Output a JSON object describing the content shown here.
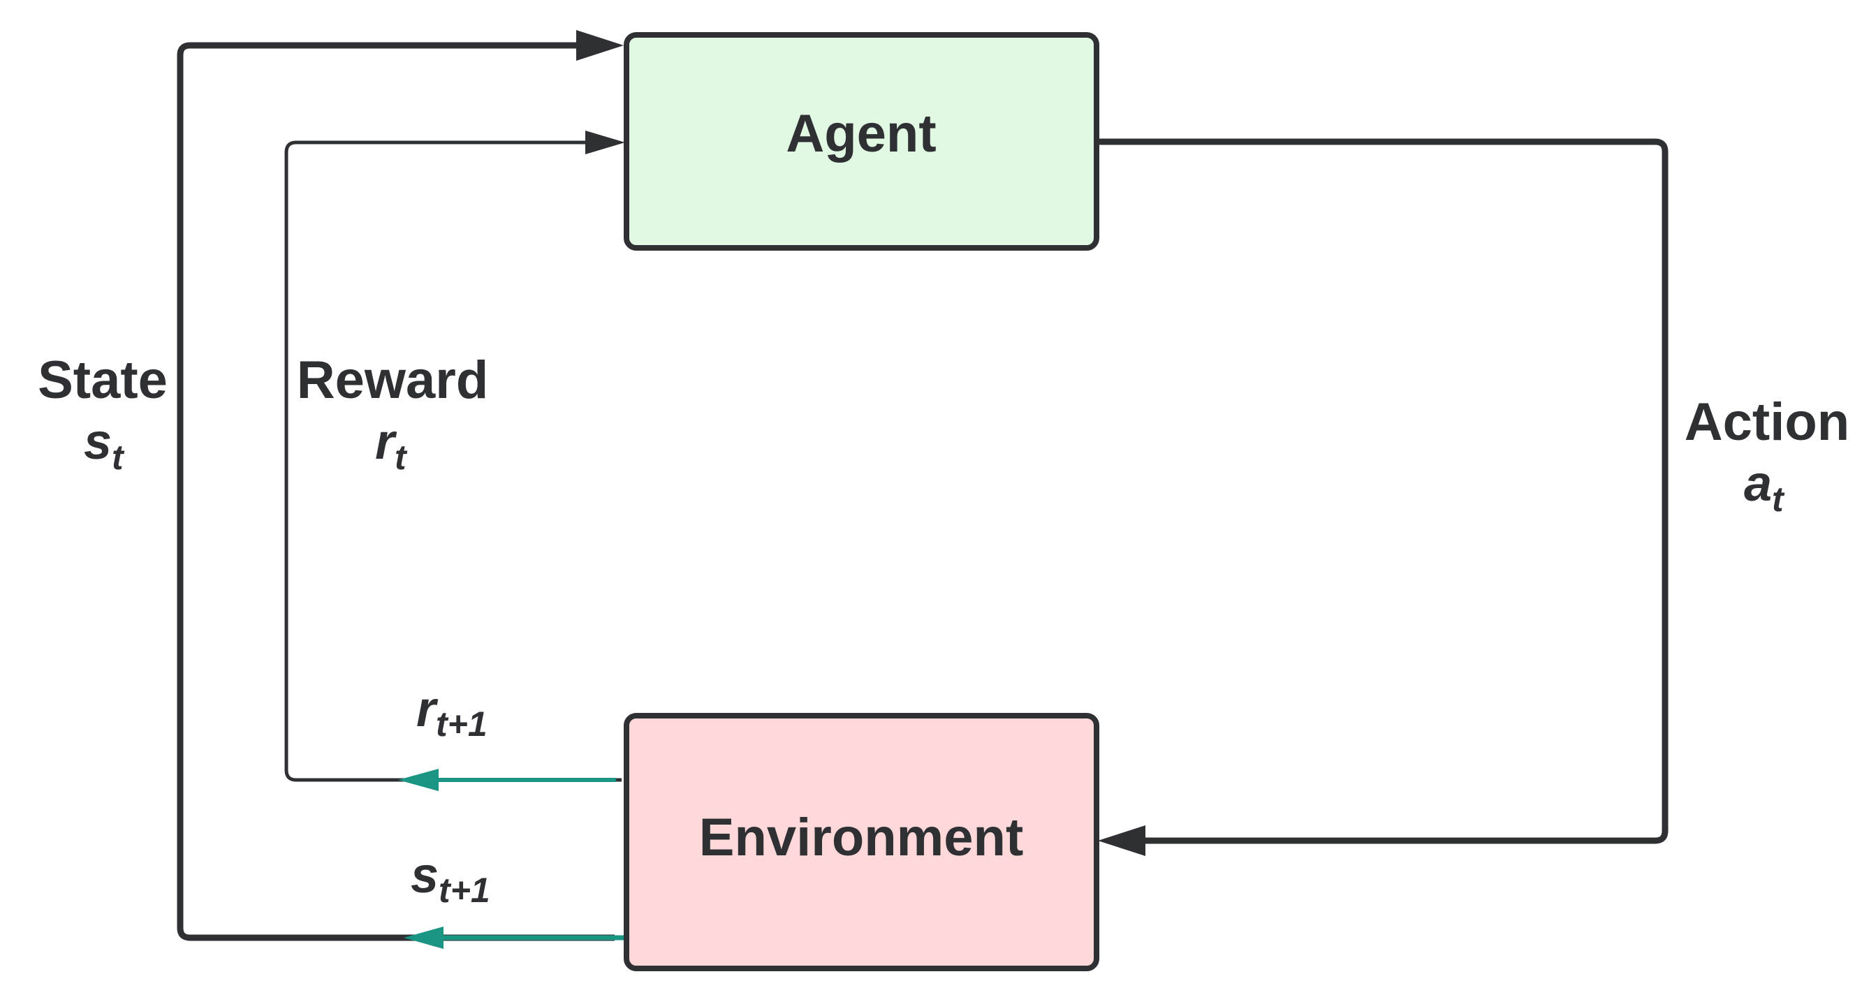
{
  "nodes": {
    "agent": {
      "label": "Agent",
      "fill": "#e1f9e3"
    },
    "environment": {
      "label": "Environment",
      "fill": "#ffd9da"
    }
  },
  "edges": {
    "state": {
      "label": "State",
      "symbol": "s",
      "subscript": "t"
    },
    "reward": {
      "label": "Reward",
      "symbol": "r",
      "subscript": "t"
    },
    "action": {
      "label": "Action",
      "symbol": "a",
      "subscript": "t"
    },
    "next_reward": {
      "symbol": "r",
      "subscript": "t+1"
    },
    "next_state": {
      "symbol": "s",
      "subscript": "t+1"
    }
  },
  "colors": {
    "stroke": "#2e3034",
    "feedback_arrow": "#1a9483"
  }
}
